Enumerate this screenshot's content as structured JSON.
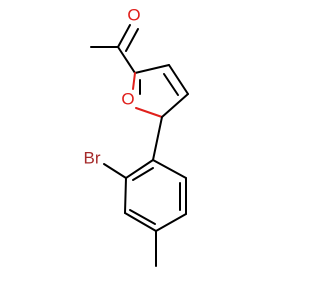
{
  "molecule": {
    "atoms": {
      "aldehyde_oxygen": "O",
      "furan_oxygen": "O",
      "bromine": "Br"
    },
    "colors": {
      "bond": "#000000",
      "oxygen": "#e0201c",
      "bromine": "#a52a2a"
    }
  }
}
